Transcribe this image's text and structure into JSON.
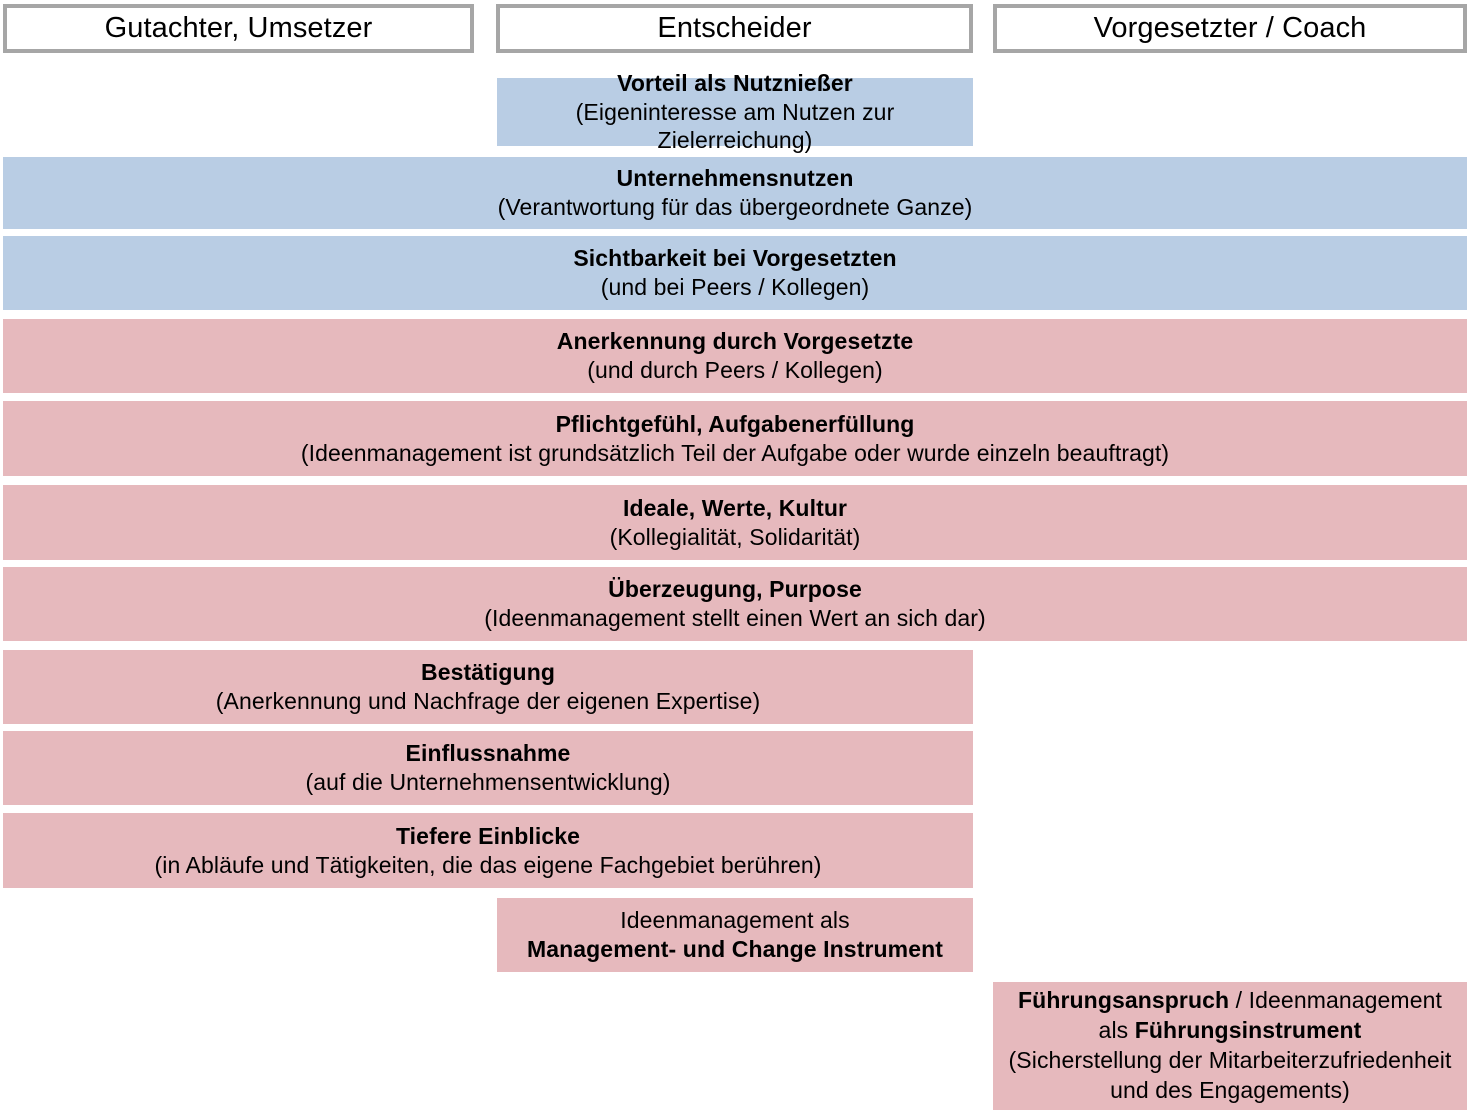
{
  "diagram": {
    "title": "Motive fuer Ideenmanagement nach Rollen",
    "colors": {
      "blue": "#b9cde4",
      "pink": "#e6b9bd",
      "header_border": "#a6a6a6",
      "header_fill": "#ffffff",
      "text": "#000000",
      "background": "#ffffff"
    },
    "columns": [
      {
        "label": "Gutachter, Umsetzer"
      },
      {
        "label": "Entscheider"
      },
      {
        "label": "Vorgesetzter / Coach"
      }
    ],
    "rows": [
      {
        "id": "vorteil-als-nutzniesser",
        "color": "blue",
        "span": "entscheider",
        "title": "Vorteil als Nutznießer",
        "subtitle": "(Eigeninteresse am Nutzen  zur Zielerreichung)"
      },
      {
        "id": "unternehmensnutzen",
        "color": "blue",
        "span": "all",
        "title": "Unternehmensnutzen",
        "subtitle": "(Verantwortung  für das übergeordnete Ganze)"
      },
      {
        "id": "sichtbarkeit-bei-vorgesetzten",
        "color": "blue",
        "span": "all",
        "title": "Sichtbarkeit bei Vorgesetzten",
        "subtitle": "(und bei Peers / Kollegen)"
      },
      {
        "id": "anerkennung-durch-vorgesetzte",
        "color": "pink",
        "span": "all",
        "title": "Anerkennung durch Vorgesetzte",
        "subtitle": "(und durch Peers / Kollegen)"
      },
      {
        "id": "pflichtgefuehl-aufgabenerfuellung",
        "color": "pink",
        "span": "all",
        "title": "Pflichtgefühl, Aufgabenerfüllung",
        "subtitle": "(Ideenmanagement  ist grundsätzlich  Teil der Aufgabe oder wurde einzeln beauftragt)"
      },
      {
        "id": "ideale-werte-kultur",
        "color": "pink",
        "span": "all",
        "title": "Ideale, Werte, Kultur",
        "subtitle": "(Kollegialität,  Solidarität)"
      },
      {
        "id": "ueberzeugung-purpose",
        "color": "pink",
        "span": "all",
        "title": "Überzeugung, Purpose",
        "subtitle": "(Ideenmanagement  stellt einen Wert an sich dar)"
      },
      {
        "id": "bestaetigung",
        "color": "pink",
        "span": "gutachter-entscheider",
        "title": "Bestätigung",
        "subtitle": "(Anerkennung  und Nachfrage der eigenen Expertise)"
      },
      {
        "id": "einflussnahme",
        "color": "pink",
        "span": "gutachter-entscheider",
        "title": "Einflussnahme",
        "subtitle": "(auf die Unternehmensentwicklung)"
      },
      {
        "id": "tiefere-einblicke",
        "color": "pink",
        "span": "gutachter-entscheider",
        "title": "Tiefere Einblicke",
        "subtitle": "(in Abläufe und Tätigkeiten, die das eigene Fachgebiet berühren)"
      },
      {
        "id": "ideenmanagement-als-management-und-change-instrument",
        "color": "pink",
        "span": "entscheider",
        "line1_regular": "Ideenmanagement  als",
        "line2_bold": "Management- und Change Instrument"
      },
      {
        "id": "fuehrungsanspruch",
        "color": "pink",
        "span": "vorgesetzter",
        "line1_bold": "Führungsanspruch",
        "line1_regular": " / Ideenmanagement",
        "line2_regular": "als ",
        "line2_bold": "Führungsinstrument",
        "line3": "(Sicherstellung  der Mitarbeiterzufriedenheit",
        "line4": "und des Engagements)"
      }
    ]
  }
}
